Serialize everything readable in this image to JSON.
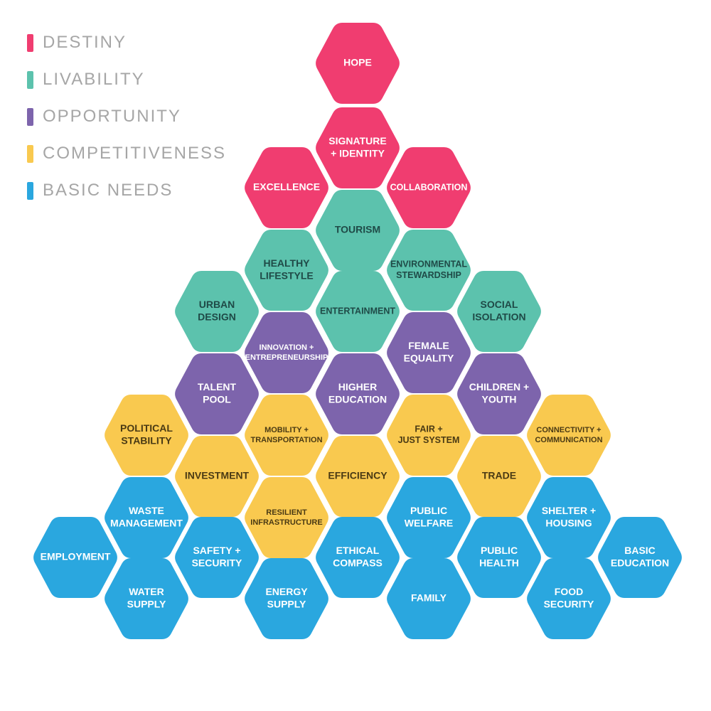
{
  "legend": {
    "items": [
      {
        "label": "DESTINY",
        "color": "#f03d70"
      },
      {
        "label": "LIVABILITY",
        "color": "#5cc2ad"
      },
      {
        "label": "OPPORTUNITY",
        "color": "#7d64ac"
      },
      {
        "label": "COMPETITIVENESS",
        "color": "#f9c94f"
      },
      {
        "label": "BASIC NEEDS",
        "color": "#2aa7df"
      }
    ]
  },
  "categories": {
    "destiny": {
      "color": "#f03d70",
      "text_color": "#ffffff"
    },
    "livability": {
      "color": "#5cc2ad",
      "text_color": "#1f4a47"
    },
    "opportunity": {
      "color": "#7d64ac",
      "text_color": "#ffffff"
    },
    "competitiveness": {
      "color": "#f9c94f",
      "text_color": "#4a3a14"
    },
    "basic_needs": {
      "color": "#2aa7df",
      "text_color": "#ffffff"
    }
  },
  "hexagons": [
    {
      "lines": [
        "HOPE"
      ],
      "category": "destiny"
    },
    {
      "lines": [
        "SIGNATURE",
        "+ IDENTITY"
      ],
      "category": "destiny"
    },
    {
      "lines": [
        "EXCELLENCE"
      ],
      "category": "destiny"
    },
    {
      "lines": [
        "COLLABORATION"
      ],
      "category": "destiny"
    },
    {
      "lines": [
        "TOURISM"
      ],
      "category": "livability"
    },
    {
      "lines": [
        "HEALTHY",
        "LIFESTYLE"
      ],
      "category": "livability"
    },
    {
      "lines": [
        "ENVIRONMENTAL",
        "STEWARDSHIP"
      ],
      "category": "livability"
    },
    {
      "lines": [
        "URBAN",
        "DESIGN"
      ],
      "category": "livability"
    },
    {
      "lines": [
        "ENTERTAINMENT"
      ],
      "category": "livability"
    },
    {
      "lines": [
        "SOCIAL",
        "ISOLATION"
      ],
      "category": "livability"
    },
    {
      "lines": [
        "INNOVATION +",
        "ENTREPRENEURSHIP"
      ],
      "category": "opportunity"
    },
    {
      "lines": [
        "FEMALE",
        "EQUALITY"
      ],
      "category": "opportunity"
    },
    {
      "lines": [
        "TALENT",
        "POOL"
      ],
      "category": "opportunity"
    },
    {
      "lines": [
        "HIGHER",
        "EDUCATION"
      ],
      "category": "opportunity"
    },
    {
      "lines": [
        "CHILDREN +",
        "YOUTH"
      ],
      "category": "opportunity"
    },
    {
      "lines": [
        "POLITICAL",
        "STABILITY"
      ],
      "category": "competitiveness"
    },
    {
      "lines": [
        "MOBILITY +",
        "TRANSPORTATION"
      ],
      "category": "competitiveness"
    },
    {
      "lines": [
        "FAIR +",
        "JUST SYSTEM"
      ],
      "category": "competitiveness"
    },
    {
      "lines": [
        "CONNECTIVITY +",
        "COMMUNICATION"
      ],
      "category": "competitiveness"
    },
    {
      "lines": [
        "INVESTMENT"
      ],
      "category": "competitiveness"
    },
    {
      "lines": [
        "EFFICIENCY"
      ],
      "category": "competitiveness"
    },
    {
      "lines": [
        "TRADE"
      ],
      "category": "competitiveness"
    },
    {
      "lines": [
        "RESILIENT",
        "INFRASTRUCTURE"
      ],
      "category": "competitiveness"
    },
    {
      "lines": [
        "WASTE",
        "MANAGEMENT"
      ],
      "category": "basic_needs"
    },
    {
      "lines": [
        "PUBLIC",
        "WELFARE"
      ],
      "category": "basic_needs"
    },
    {
      "lines": [
        "SHELTER +",
        "HOUSING"
      ],
      "category": "basic_needs"
    },
    {
      "lines": [
        "EMPLOYMENT"
      ],
      "category": "basic_needs"
    },
    {
      "lines": [
        "SAFETY +",
        "SECURITY"
      ],
      "category": "basic_needs"
    },
    {
      "lines": [
        "ETHICAL",
        "COMPASS"
      ],
      "category": "basic_needs"
    },
    {
      "lines": [
        "PUBLIC",
        "HEALTH"
      ],
      "category": "basic_needs"
    },
    {
      "lines": [
        "BASIC",
        "EDUCATION"
      ],
      "category": "basic_needs"
    },
    {
      "lines": [
        "WATER",
        "SUPPLY"
      ],
      "category": "basic_needs"
    },
    {
      "lines": [
        "ENERGY",
        "SUPPLY"
      ],
      "category": "basic_needs"
    },
    {
      "lines": [
        "FAMILY"
      ],
      "category": "basic_needs"
    },
    {
      "lines": [
        "FOOD",
        "SECURITY"
      ],
      "category": "basic_needs"
    }
  ]
}
